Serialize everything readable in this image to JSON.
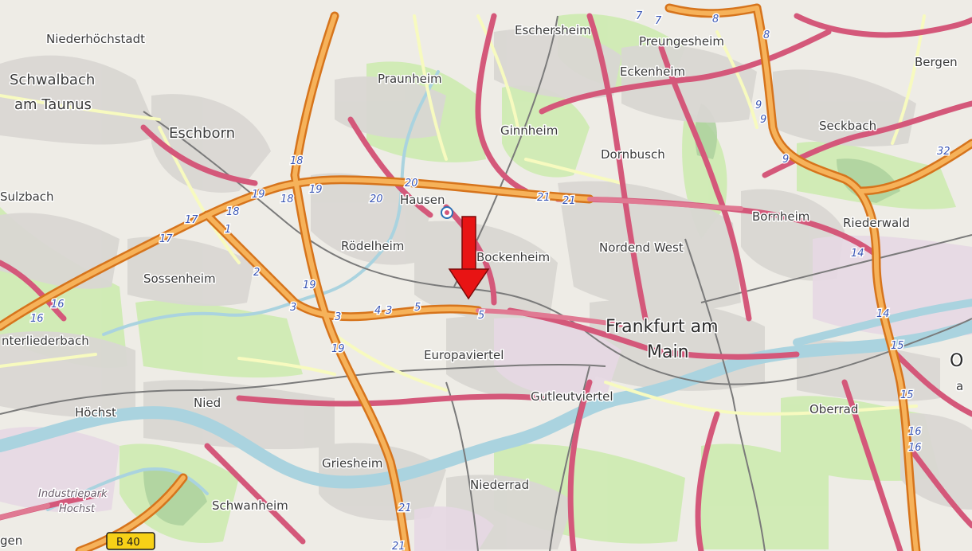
{
  "map": {
    "colors": {
      "background": "#f2efe9",
      "residential": "#dddada",
      "park": "#cdebb0",
      "forest": "#add19e",
      "river": "#aad3df",
      "motorway": "#e892a2",
      "motorway_casing": "#dc2a67",
      "trunk": "#f9b29c",
      "primary": "#fcd6a4",
      "secondary": "#f7fabf",
      "autobahn": "#f3a43a",
      "railway": "#707070",
      "marker": "#e81414"
    },
    "labels": {
      "niederhoechstadt": "Niederhöchstadt",
      "schwalbach": "Schwalbach",
      "am_taunus": "am Taunus",
      "eschborn": "Eschborn",
      "sulzbach": "Sulzbach",
      "sossenheim": "Sossenheim",
      "unterliederbach": "nterliederbach",
      "hoechst": "Höchst",
      "nied": "Nied",
      "industriepark": "Industriepark",
      "hochst": "Hochst",
      "schwanheim": "Schwanheim",
      "griesheim": "Griesheim",
      "niederrad": "Niederrad",
      "gutleutviertel": "Gutleutviertel",
      "europaviertel": "Europaviertel",
      "roedelheim": "Rödelheim",
      "hausen": "Hausen",
      "praunheim": "Praunheim",
      "eschersheim": "Eschersheim",
      "preungesheim": "Preungesheim",
      "eckenheim": "Eckenheim",
      "ginnheim": "Ginnheim",
      "dornbusch": "Dornbusch",
      "bockenheim": "Bockenheim",
      "nordend_west": "Nordend West",
      "bornheim": "Bornheim",
      "riederwald": "Riederwald",
      "seckbach": "Seckbach",
      "bergen": "Bergen",
      "frankfurt_am": "Frankfurt am",
      "main": "Main",
      "oberrad": "Oberrad",
      "o": "O",
      "a": "a",
      "gen": "gen"
    },
    "route_shields": {
      "s18a": "18",
      "s19a": "19",
      "s18b": "18",
      "s19b": "19",
      "s20a": "20",
      "s20b": "20",
      "s21a": "21",
      "s21b": "21",
      "s17a": "17",
      "s18c": "18",
      "s1": "1",
      "s17b": "17",
      "s2": "2",
      "s16a": "16",
      "s16b": "16",
      "s19c": "19",
      "s3a": "3",
      "s3b": "3",
      "s4": "4",
      "s3c": "3",
      "s5a": "5",
      "s5b": "5",
      "s19d": "19",
      "s7a": "7",
      "s7b": "7",
      "s8a": "8",
      "s8b": "8",
      "s9a": "9",
      "s9b": "9",
      "s9c": "9",
      "s32": "32",
      "s14a": "14",
      "s14b": "14",
      "s15a": "15",
      "s15b": "15",
      "s16c": "16",
      "s16d": "16",
      "s21c": "21",
      "s21d": "21"
    },
    "bundesstrasse_shield": "B 40",
    "marker_icon": "down-arrow-icon"
  }
}
